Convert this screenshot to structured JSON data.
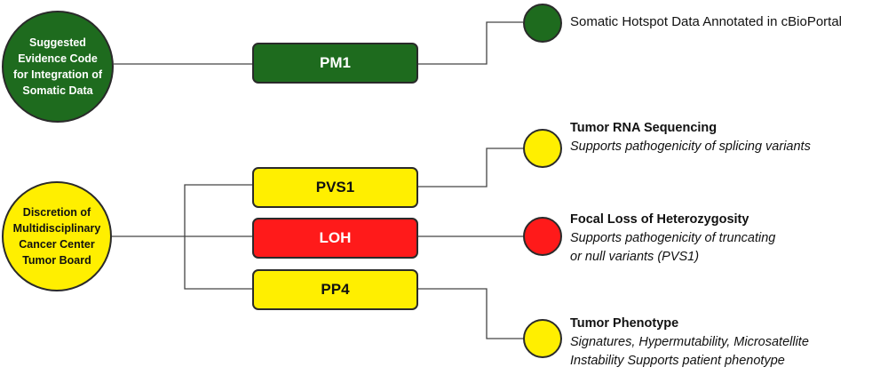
{
  "sources": {
    "somatic": {
      "label": "Suggested Evidence Code for Integration of Somatic Data",
      "color": "#1e6b1e"
    },
    "tumor_board": {
      "label": "Discretion of Multidisciplinary Cancer Center Tumor Board",
      "color": "#ffef00"
    }
  },
  "codes": {
    "pm1": {
      "label": "PM1",
      "color": "#1e6b1e"
    },
    "pvs1": {
      "label": "PVS1",
      "color": "#ffef00"
    },
    "loh": {
      "label": "LOH",
      "color": "#ff1a1a"
    },
    "pp4": {
      "label": "PP4",
      "color": "#ffef00"
    }
  },
  "annotations": {
    "hotspot": {
      "text": "Somatic Hotspot Data Annotated in cBioPortal",
      "dot_color": "#1e6b1e"
    },
    "rna": {
      "title": "Tumor RNA Sequencing",
      "description": "Supports pathogenicity of splicing variants",
      "dot_color": "#ffef00"
    },
    "loh": {
      "title": "Focal Loss of Heterozygosity",
      "description": "Supports pathogenicity of truncating\nor null variants (PVS1)",
      "dot_color": "#ff1a1a"
    },
    "phenotype": {
      "title": "Tumor Phenotype",
      "description": "Signatures, Hypermutability, Microsatellite\nInstability Supports patient phenotype",
      "dot_color": "#ffef00"
    }
  }
}
